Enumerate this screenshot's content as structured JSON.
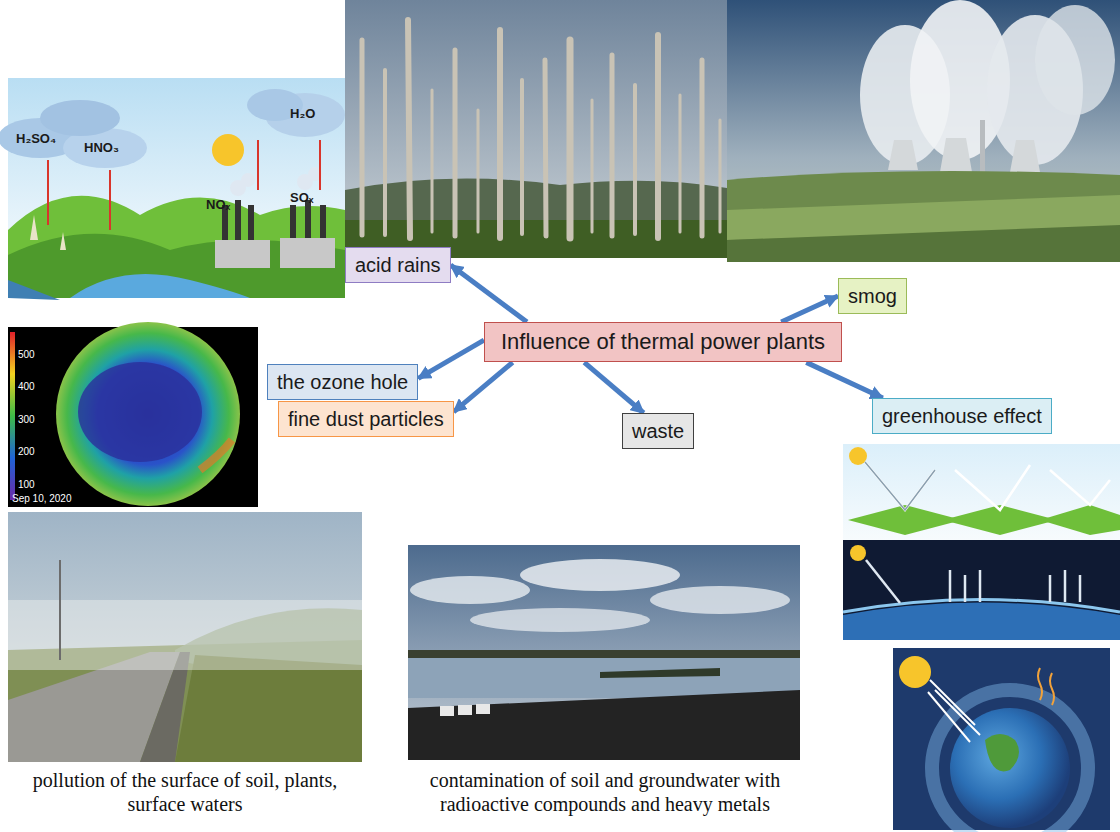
{
  "diagram": {
    "nodes": [
      {
        "text": [
          "acid rains"
        ]
      },
      {
        "text": [
          "smog"
        ]
      },
      {
        "text": [
          "Influence of thermal power plants"
        ]
      },
      {
        "text": [
          "the ozone hole"
        ]
      },
      {
        "text": [
          "fine dust particles"
        ]
      },
      {
        "text": [
          "waste"
        ]
      },
      {
        "text": [
          "greenhouse effect"
        ]
      }
    ],
    "edges": [
      {
        "from": 2,
        "to": 0,
        "arrow": "to"
      },
      {
        "from": 2,
        "to": 1,
        "arrow": "to"
      },
      {
        "from": 2,
        "to": 3,
        "arrow": "to"
      },
      {
        "from": 2,
        "to": 4,
        "arrow": "to"
      },
      {
        "from": 2,
        "to": 5,
        "arrow": "to"
      },
      {
        "from": 2,
        "to": 6,
        "arrow": "to"
      }
    ],
    "labels": [
      "H₂SO₄",
      "HNO₃",
      "H₂O",
      "NOₓ",
      "SOₓ",
      "500",
      "400",
      "300",
      "200",
      "100",
      "Sep 10, 2020",
      "pollution of the surface of soil, plants, surface waters",
      "contamination of soil and groundwater with radioactive compounds and heavy metals"
    ]
  }
}
